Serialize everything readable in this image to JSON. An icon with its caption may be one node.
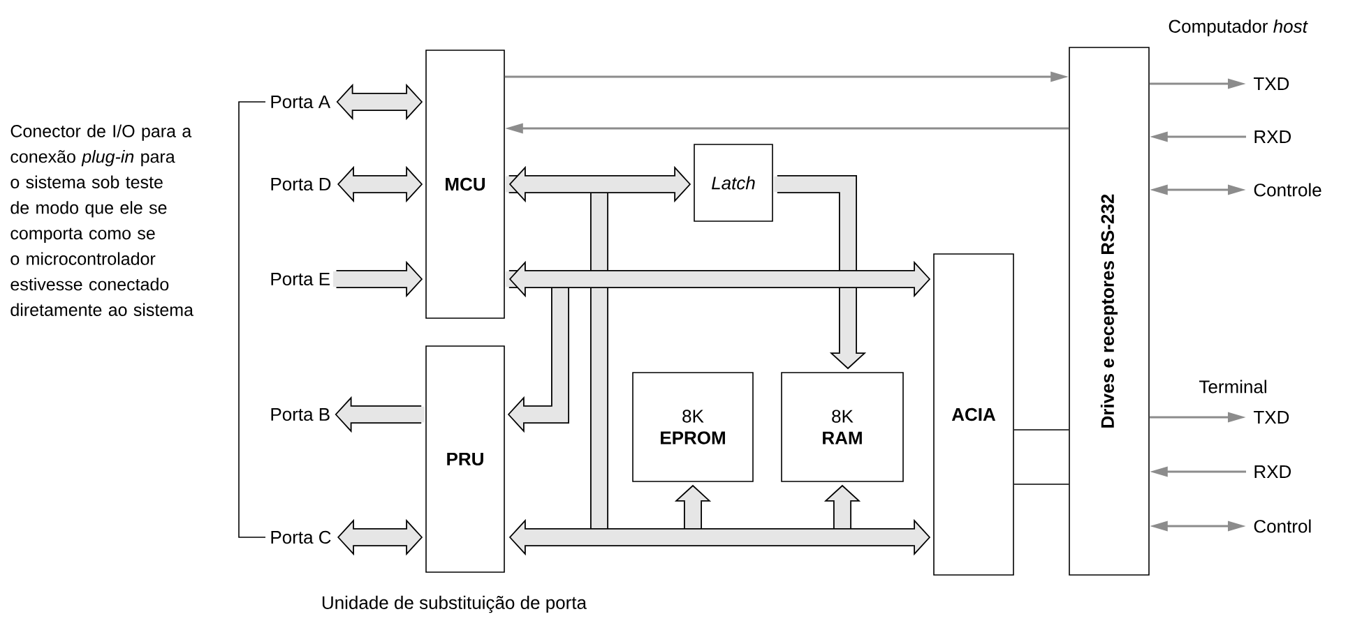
{
  "diagram": {
    "caption": "Unidade de substituição de porta",
    "nodes": [
      {
        "text": [
          "MCU"
        ]
      },
      {
        "text": [
          "PRU"
        ]
      },
      {
        "text": [
          "Latch"
        ]
      },
      {
        "text": [
          "8K",
          "EPROM"
        ]
      },
      {
        "text": [
          "8K",
          "RAM"
        ]
      },
      {
        "text": [
          "ACIA"
        ]
      },
      {
        "text": [
          "Drives e receptores RS-232"
        ]
      },
      {
        "text": [
          "Porta A"
        ]
      },
      {
        "text": [
          "Porta D"
        ]
      },
      {
        "text": [
          "Porta E"
        ]
      },
      {
        "text": [
          "Porta B"
        ]
      },
      {
        "text": [
          "Porta C"
        ]
      },
      {
        "text": [
          "TXD"
        ]
      },
      {
        "text": [
          "RXD"
        ]
      },
      {
        "text": [
          "Controle"
        ]
      },
      {
        "text": [
          "TXD"
        ]
      },
      {
        "text": [
          "RXD"
        ]
      },
      {
        "text": [
          "Control"
        ]
      }
    ],
    "edges": [
      {
        "from": 7,
        "to": 0,
        "arrow": "both"
      },
      {
        "from": 8,
        "to": 0,
        "arrow": "both"
      },
      {
        "from": 9,
        "to": 0,
        "arrow": "to"
      },
      {
        "from": 1,
        "to": 10,
        "arrow": "to"
      },
      {
        "from": 11,
        "to": 1,
        "arrow": "both"
      },
      {
        "from": 0,
        "to": 2,
        "arrow": "both"
      },
      {
        "from": 2,
        "to": 4,
        "arrow": "to"
      },
      {
        "from": 0,
        "to": 5,
        "arrow": "both"
      },
      {
        "from": 0,
        "to": 1,
        "arrow": "to"
      },
      {
        "from": 1,
        "to": 5,
        "arrow": "both"
      },
      {
        "from": 0,
        "to": 3,
        "arrow": "to"
      },
      {
        "from": 0,
        "to": 4,
        "arrow": "to"
      },
      {
        "from": 0,
        "to": 6,
        "arrow": "to",
        "color": "#8c8c8c"
      },
      {
        "from": 6,
        "to": 0,
        "arrow": "to",
        "color": "#8c8c8c"
      },
      {
        "from": 6,
        "to": 12,
        "arrow": "to",
        "color": "#8c8c8c"
      },
      {
        "from": 13,
        "to": 6,
        "arrow": "to",
        "color": "#8c8c8c"
      },
      {
        "from": 6,
        "to": 14,
        "arrow": "both",
        "color": "#8c8c8c"
      },
      {
        "from": 6,
        "to": 15,
        "arrow": "to",
        "color": "#8c8c8c"
      },
      {
        "from": 16,
        "to": 6,
        "arrow": "to",
        "color": "#8c8c8c"
      },
      {
        "from": 6,
        "to": 17,
        "arrow": "both",
        "color": "#8c8c8c"
      },
      {
        "from": 5,
        "to": 6,
        "arrow": "none",
        "color": "#000000"
      },
      {
        "from": 5,
        "to": 6,
        "arrow": "none",
        "color": "#000000"
      }
    ],
    "labels": [
      "Computador *host*",
      "Conector de I/O para a conexão *plug-in* para o sistema sob teste de modo que ele se comporta como se o microcontrolador estivesse conectado diretamente ao sistema",
      "Terminal"
    ]
  }
}
